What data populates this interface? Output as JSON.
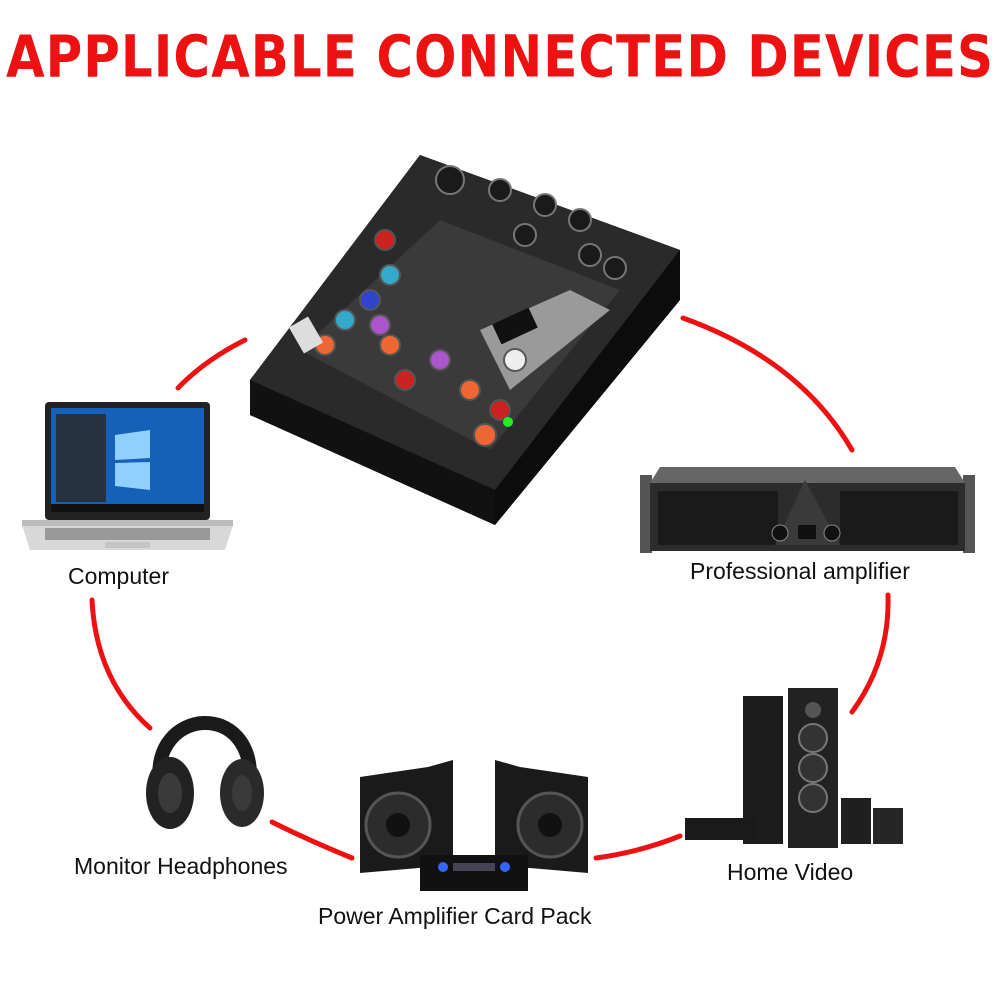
{
  "title": "APPLICABLE CONNECTED DEVICES",
  "accent_color": "#ee1111",
  "center_device": {
    "icon": "audio-mixer-icon"
  },
  "devices": [
    {
      "label": "Computer",
      "icon": "laptop-icon"
    },
    {
      "label": "Professional amplifier",
      "icon": "rack-amplifier-icon"
    },
    {
      "label": "Home Video",
      "icon": "speaker-system-icon"
    },
    {
      "label": "Power Amplifier Card Pack",
      "icon": "pa-speakers-icon"
    },
    {
      "label": "Monitor Headphones",
      "icon": "headphones-icon"
    }
  ]
}
